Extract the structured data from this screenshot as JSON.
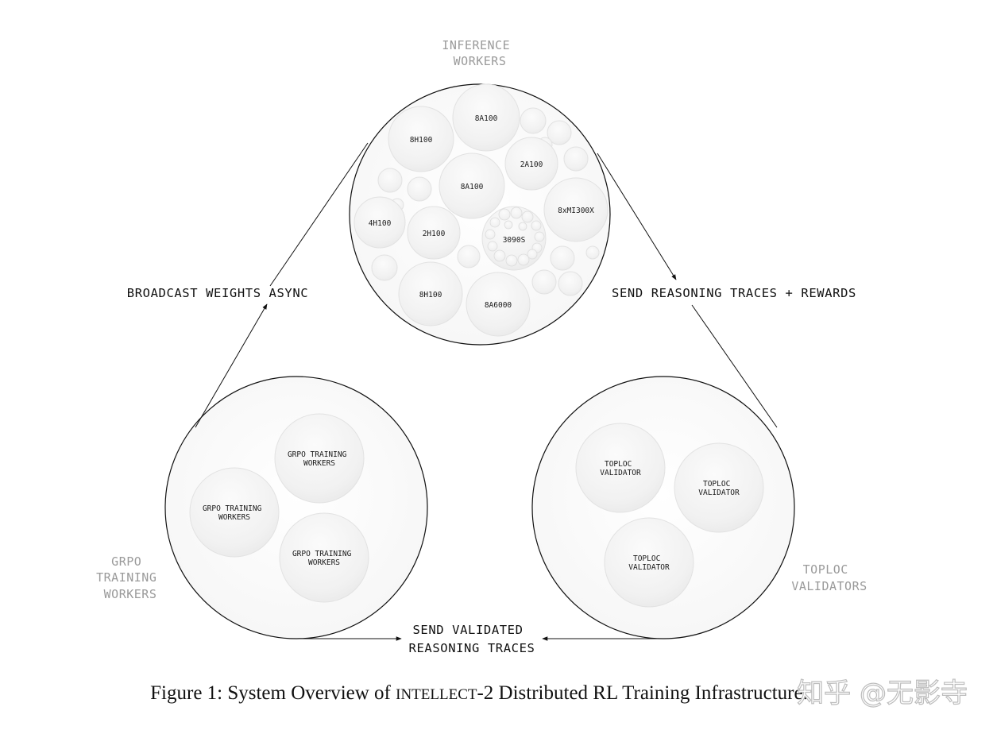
{
  "groups": {
    "inference": {
      "label_lines": [
        "INFERENCE",
        "WORKERS"
      ],
      "nodes": [
        "8A100",
        "8H100",
        "2A100",
        "8A100",
        "4H100",
        "2H100",
        "3090S",
        "8xMI300X",
        "8H100",
        "8A6000"
      ]
    },
    "training": {
      "label_lines": [
        "GRPO",
        "TRAINING",
        "WORKERS"
      ],
      "nodes": [
        [
          "GRPO TRAINING",
          "WORKERS"
        ],
        [
          "GRPO TRAINING",
          "WORKERS"
        ],
        [
          "GRPO TRAINING",
          "WORKERS"
        ]
      ]
    },
    "validators": {
      "label_lines": [
        "TOPLOC",
        "VALIDATORS"
      ],
      "nodes": [
        [
          "TOPLOC",
          "VALIDATOR"
        ],
        [
          "TOPLOC",
          "VALIDATOR"
        ],
        [
          "TOPLOC",
          "VALIDATOR"
        ]
      ]
    }
  },
  "edges": {
    "broadcast": [
      "BROADCAST WEIGHTS ASYNC"
    ],
    "send_traces": [
      "SEND REASONING TRACES + REWARDS"
    ],
    "send_validated": [
      "SEND VALIDATED",
      "REASONING TRACES"
    ]
  },
  "caption": {
    "prefix": "Figure 1: System Overview of ",
    "smallcaps": "INTELLECT",
    "suffix": "-2 Distributed RL Training Infrastructure."
  },
  "watermark": "知乎 @无影寺"
}
